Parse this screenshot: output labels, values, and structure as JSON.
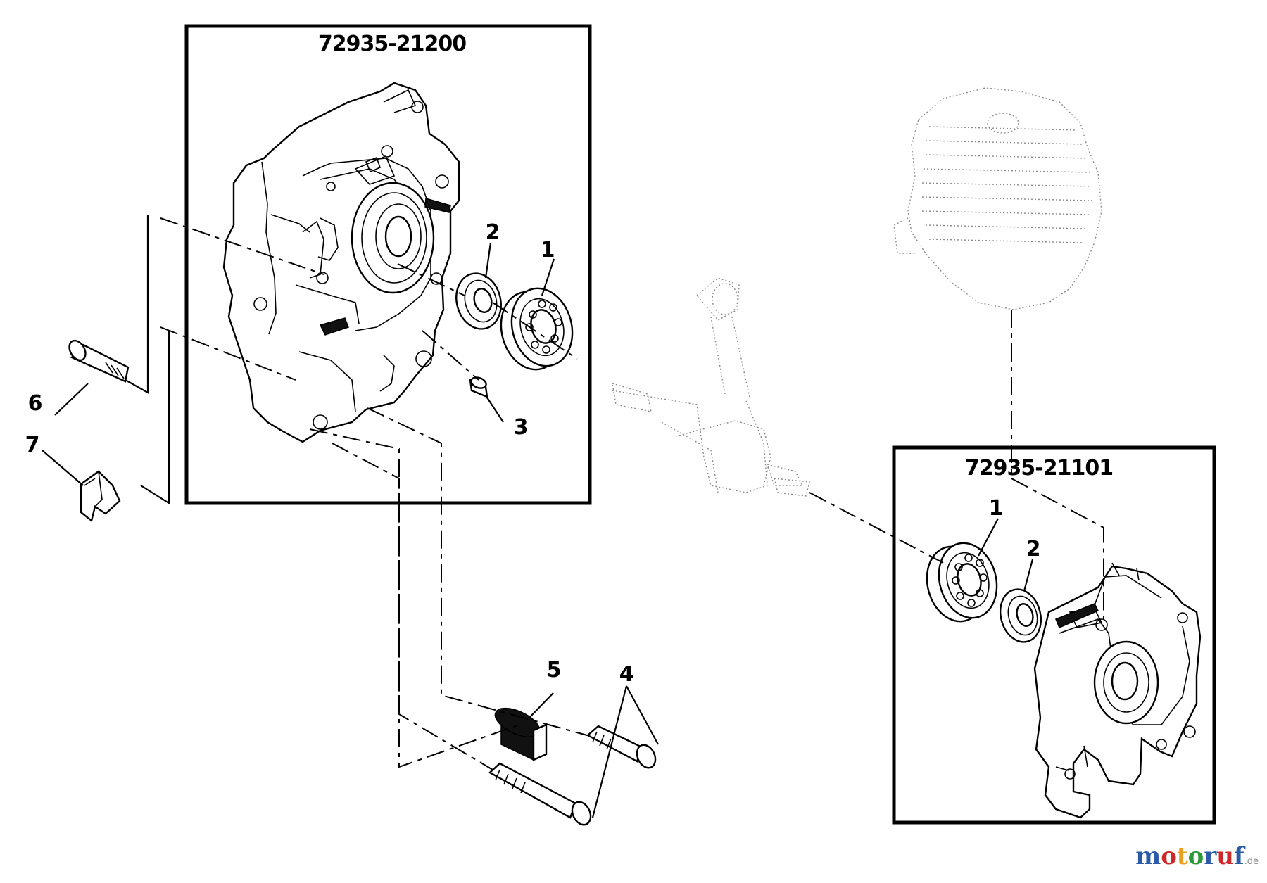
{
  "groups": [
    {
      "title": "72935-21200"
    },
    {
      "title": "72935-21101"
    }
  ],
  "callouts": {
    "left_bearing": "1",
    "left_seal": "2",
    "dowel_pin": "3",
    "screws": "4",
    "spacer": "5",
    "bolt": "6",
    "clip": "7",
    "right_bearing": "1",
    "right_seal": "2"
  },
  "watermark": {
    "letters": [
      "m",
      "o",
      "t",
      "o",
      "r",
      "u",
      "f"
    ],
    "colors": [
      "#2a5aa8",
      "#d02828",
      "#e8a020",
      "#2a9a3a",
      "#2a5aa8",
      "#d02828",
      "#2a5aa8"
    ],
    "suffix": ".de"
  }
}
